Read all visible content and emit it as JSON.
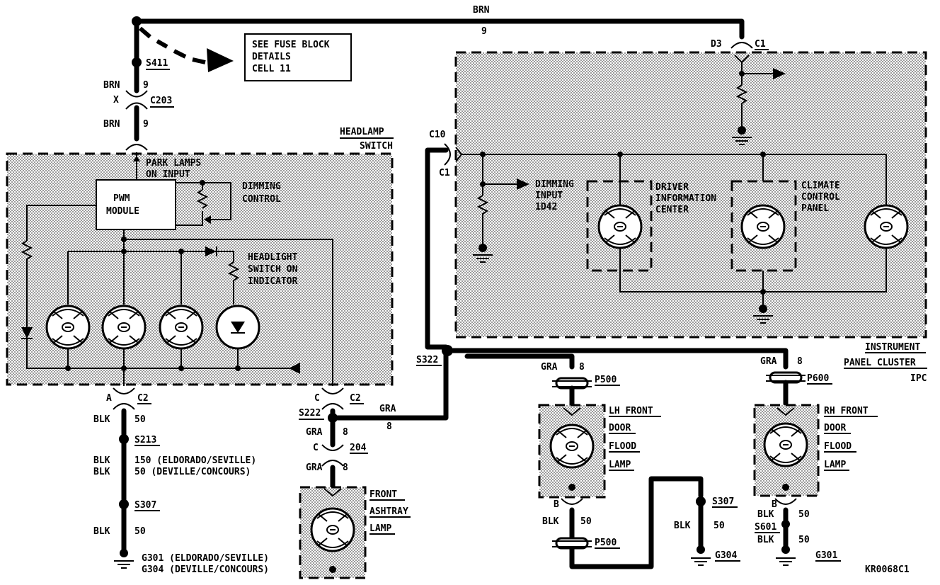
{
  "brn_top": {
    "color": "BRN",
    "gauge": "9"
  },
  "fuse_note": [
    "SEE FUSE BLOCK",
    "DETAILS",
    "CELL 11"
  ],
  "s411": "S411",
  "c203": {
    "name": "C203",
    "x": "X",
    "top_color": "BRN",
    "top_gauge": "9",
    "bot_color": "BRN",
    "bot_gauge": "9"
  },
  "headlamp_switch": {
    "label1": "HEADLAMP",
    "label2": "SWITCH",
    "park_input1": "PARK LAMPS",
    "park_input2": "ON INPUT",
    "pwm1": "PWM",
    "pwm2": "MODULE",
    "dimming1": "DIMMING",
    "dimming2": "CONTROL",
    "indicator1": "HEADLIGHT",
    "indicator2": "SWITCH ON",
    "indicator3": "INDICATOR"
  },
  "c2_left": {
    "pin": "A",
    "name": "C2"
  },
  "c2_right": {
    "pin": "C",
    "name": "C2"
  },
  "ground_branch": {
    "wire1_color": "BLK",
    "wire1_gauge": "50",
    "s213": "S213",
    "w2a_color": "BLK",
    "w2a": "150 (ELDORADO/SEVILLE)",
    "w2b_color": "BLK",
    "w2b": "50 (DEVILLE/CONCOURS)",
    "s307": "S307",
    "wire3_color": "BLK",
    "wire3_gauge": "50",
    "g1": "G301 (ELDORADO/SEVILLE)",
    "g2": "G304 (DEVILLE/CONCOURS)"
  },
  "ashtray": {
    "s222": "S222",
    "gra_color": "GRA",
    "gra_gauge": "8",
    "conn_pin": "C",
    "conn": "204",
    "w1_color": "GRA",
    "w1_gauge": "8",
    "w2_color": "GRA",
    "w2_gauge": "8",
    "label1": "FRONT",
    "label2": "ASHTRAY",
    "label3": "LAMP"
  },
  "ipc": {
    "c10": "C10",
    "c1a": "C1",
    "d3": "D3",
    "c1b": "C1",
    "dimming1": "DIMMING",
    "dimming2": "INPUT",
    "dimming3": "1D42",
    "dic1": "DRIVER",
    "dic2": "INFORMATION",
    "dic3": "CENTER",
    "ccp1": "CLIMATE",
    "ccp2": "CONTROL",
    "ccp3": "PANEL",
    "label1": "INSTRUMENT",
    "label2": "PANEL CLUSTER",
    "label3": "IPC"
  },
  "s322": "S322",
  "lh_lamp": {
    "color": "GRA",
    "gauge": "8",
    "p500a": "P500",
    "label1": "LH FRONT",
    "label2": "DOOR",
    "label3": "FLOOD",
    "label4": "LAMP",
    "pin": "B",
    "w_color": "BLK",
    "w_gauge": "50",
    "p500b": "P500"
  },
  "s307b": {
    "name": "S307",
    "color": "BLK",
    "gauge": "50",
    "ground": "G304"
  },
  "rh_lamp": {
    "color": "GRA",
    "gauge": "8",
    "p600": "P600",
    "label1": "RH FRONT",
    "label2": "DOOR",
    "label3": "FLOOD",
    "label4": "LAMP",
    "pin": "B",
    "w1_color": "BLK",
    "w1_gauge": "50",
    "s601": "S601",
    "w2_color": "BLK",
    "w2_gauge": "50",
    "ground": "G301"
  },
  "figure_id": "KR0068C1"
}
